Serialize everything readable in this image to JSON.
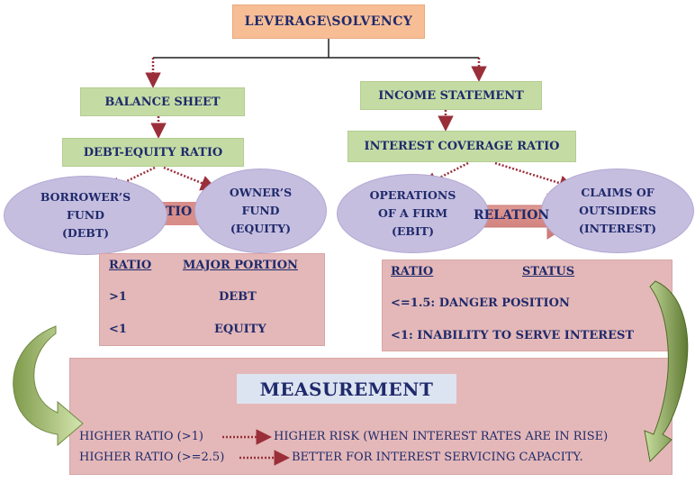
{
  "root": {
    "label": "LEVERAGE\\SOLVENCY"
  },
  "left_branch": {
    "source": "BALANCE SHEET",
    "ratio": "DEBT-EQUITY RATIO",
    "nodes": [
      {
        "line1": "BORROWER’S",
        "line2": "FUND",
        "line3": "(DEBT)"
      },
      {
        "line1": "OWNER’S",
        "line2": "FUND",
        "line3": "(EQUITY)"
      }
    ],
    "connector_fragment": "TIO",
    "table": {
      "headers": [
        "RATIO",
        "MAJOR PORTION"
      ],
      "rows": [
        {
          "ratio": ">1",
          "portion": "DEBT"
        },
        {
          "ratio": "<1",
          "portion": "EQUITY"
        }
      ]
    }
  },
  "right_branch": {
    "source": "INCOME STATEMENT",
    "ratio": "INTEREST COVERAGE RATIO",
    "nodes": [
      {
        "line1": "OPERATIONS",
        "line2": "OF A FIRM",
        "line3": "(EBIT)"
      },
      {
        "line1": "CLAIMS OF",
        "line2": "OUTSIDERS",
        "line3": "(INTEREST)"
      }
    ],
    "connector_label": "RELATION",
    "table": {
      "headers": [
        "RATIO",
        "STATUS"
      ],
      "rows": [
        "<=1.5: DANGER POSITION",
        "<1: INABILITY TO SERVE INTEREST"
      ]
    }
  },
  "measurement": {
    "title": "MEASUREMENT",
    "lines": [
      {
        "condition": "HIGHER RATIO (>1)",
        "result": "HIGHER RISK (WHEN INTEREST RATES ARE IN RISE)"
      },
      {
        "condition": "HIGHER RATIO (>=2.5)",
        "result": "BETTER FOR INTEREST SERVICING CAPACITY."
      }
    ]
  },
  "colors": {
    "top_box": "#f7be95",
    "green_box": "#c4dca4",
    "ellipse": "#c6bedf",
    "panel": "#e4b8b8",
    "measurement_title": "#dde4f1",
    "dotted_arrow": "#9a2f3a",
    "block_arrow": "#d98d88",
    "curved_arrow": "#a7c17a",
    "text": "#1f2a6b"
  }
}
